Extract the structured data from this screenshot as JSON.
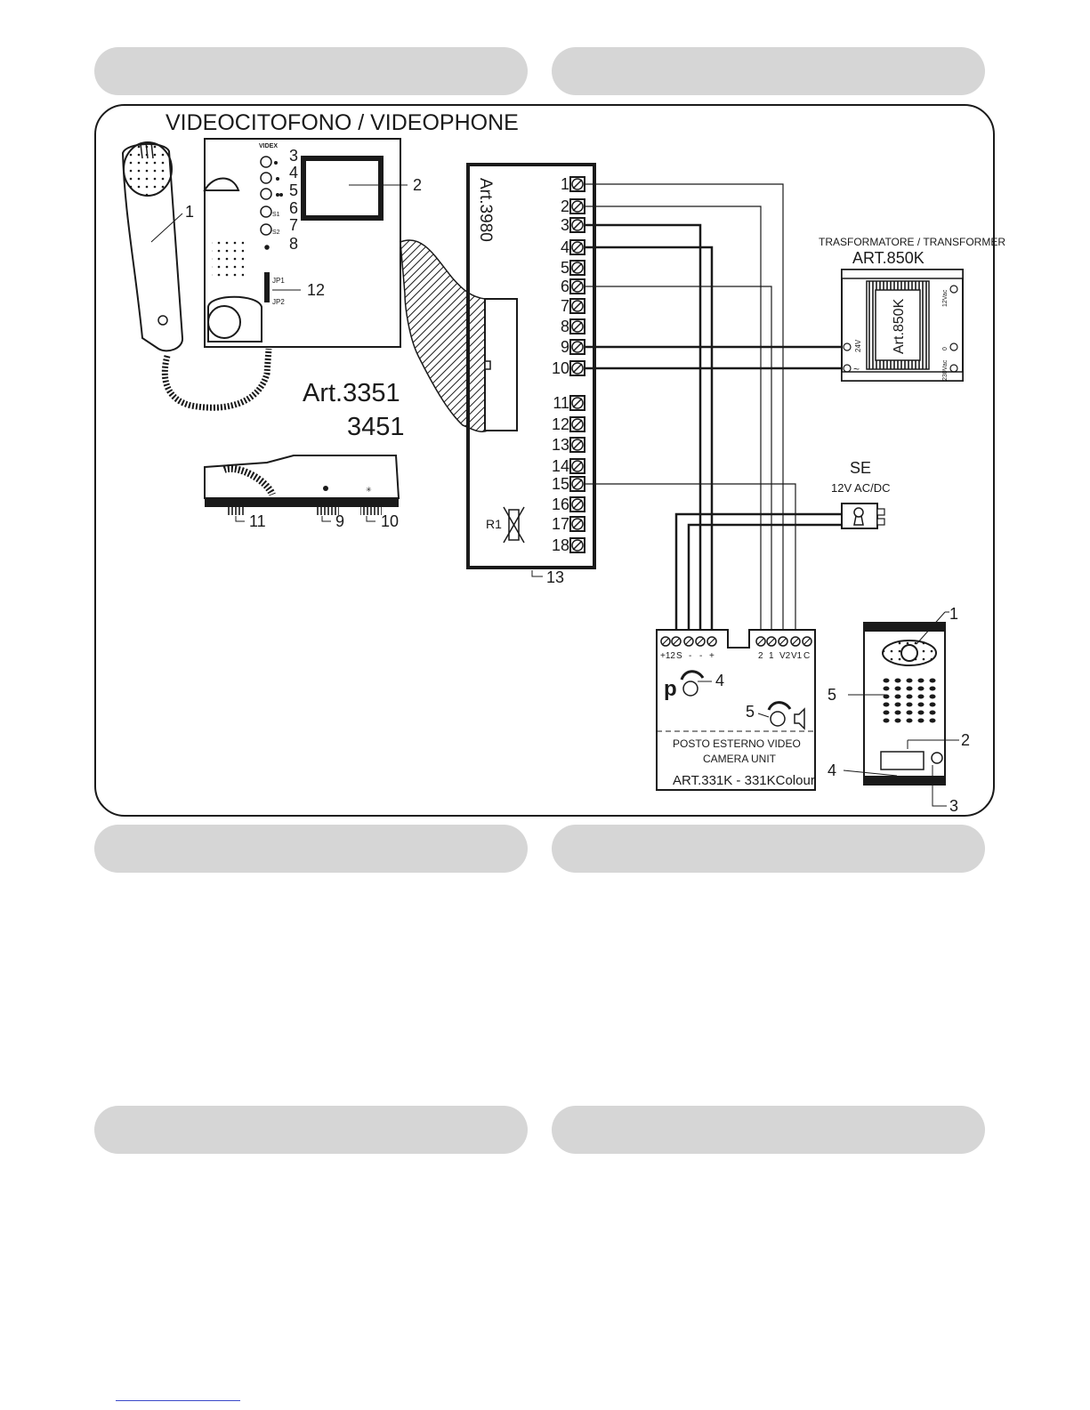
{
  "header_pills": [
    "",
    "",
    "",
    "",
    "",
    ""
  ],
  "videophone": {
    "title": "VIDEOCITOFONO / VIDEOPHONE",
    "brand": "VIDEX",
    "model_line1": "Art.3351",
    "model_line2": "3451",
    "callouts": [
      "1",
      "2",
      "3",
      "4",
      "5",
      "6",
      "7",
      "8",
      "12"
    ],
    "side_callouts": [
      "11",
      "9",
      "10"
    ],
    "jumper1": "JP1",
    "jumper2": "JP2",
    "s1": "S1",
    "s2": "S2"
  },
  "distributor": {
    "model": "Art.3980",
    "terminals": [
      "1",
      "2",
      "3",
      "4",
      "5",
      "6",
      "7",
      "8",
      "9",
      "10",
      "11",
      "12",
      "13",
      "14",
      "15",
      "16",
      "17",
      "18"
    ],
    "resistor": "R1",
    "callout": "13"
  },
  "transformer": {
    "title": "TRASFORMATORE / TRANSFORMER",
    "model": "ART.850K",
    "body_label": "Art.850K",
    "side_24v": "24V",
    "side_ac": "~",
    "rating_12v": "12Vac",
    "rating_0": "0",
    "rating_230": "230Vac"
  },
  "lock": {
    "title": "SE",
    "rating": "12V AC/DC"
  },
  "camera_unit": {
    "terminals_left": [
      "+12",
      "S",
      "-",
      "-",
      "+"
    ],
    "terminals_right": [
      "2",
      "1",
      "V2",
      "V1",
      "C"
    ],
    "callout_4": "4",
    "callout_5": "5",
    "line1": "POSTO ESTERNO VIDEO",
    "line2": "CAMERA UNIT",
    "model": "ART.331K - 331KColour"
  },
  "entrance_panel": {
    "callouts": [
      "1",
      "5",
      "2",
      "4",
      "3"
    ]
  }
}
